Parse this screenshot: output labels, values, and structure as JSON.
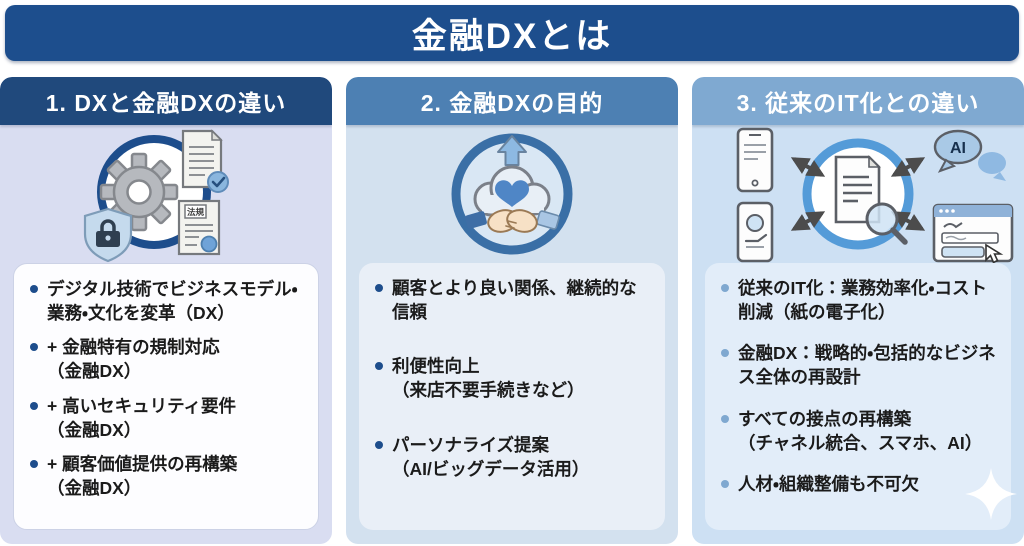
{
  "title": "金融DXとは",
  "colors": {
    "banner_bg": "#1d4e8d",
    "col1_header_bg": "#20497c",
    "col2_header_bg": "#4d80b3",
    "col3_header_bg": "#7fa9d1",
    "col1_panel_bg": "#d9ddf1",
    "col2_panel_bg": "#d3e1ef",
    "col3_panel_bg": "#cde0f3",
    "col1_box_bg": "#fdfdff",
    "col2_box_bg": "#e9eff7",
    "col3_box_bg": "#e2edf9",
    "bullet_dark": "#1d4d8c",
    "bullet_light": "#7fa8d0",
    "text": "#1b1b1b"
  },
  "columns": [
    {
      "header": "1. DXと金融DXの違い",
      "icon": "gear-shield-documents-icon",
      "icon_labels": {
        "doc_label": "法規"
      },
      "bullets": [
        "デジタル技術でビジネスモデル・業務・文化を変革（DX）",
        "+ 金融特有の規制対応\n（金融DX）",
        "+ 高いセキュリティ要件\n（金融DX）",
        "+ 顧客価値提供の再構築\n（金融DX）"
      ]
    },
    {
      "header": "2. 金融DXの目的",
      "icon": "cloud-handshake-growth-icon",
      "bullets": [
        "顧客とより良い関係、継続的な信頼",
        "利便性向上\n（来店不要手続きなど）",
        "パーソナライズ提案\n（AI/ビッグデータ活用）"
      ]
    },
    {
      "header": "3. 従来のIT化との違い",
      "icon": "document-magnifier-network-icon",
      "icon_labels": {
        "ai_label": "AI"
      },
      "bullets": [
        "従来のIT化：業務効率化・コスト削減（紙の電子化）",
        "金融DX：戦略的・包括的なビジネス全体の再設計",
        "すべての接点の再構築\n（チャネル統合、スマホ、AI）",
        "人材・組織整備も不可欠"
      ]
    }
  ]
}
